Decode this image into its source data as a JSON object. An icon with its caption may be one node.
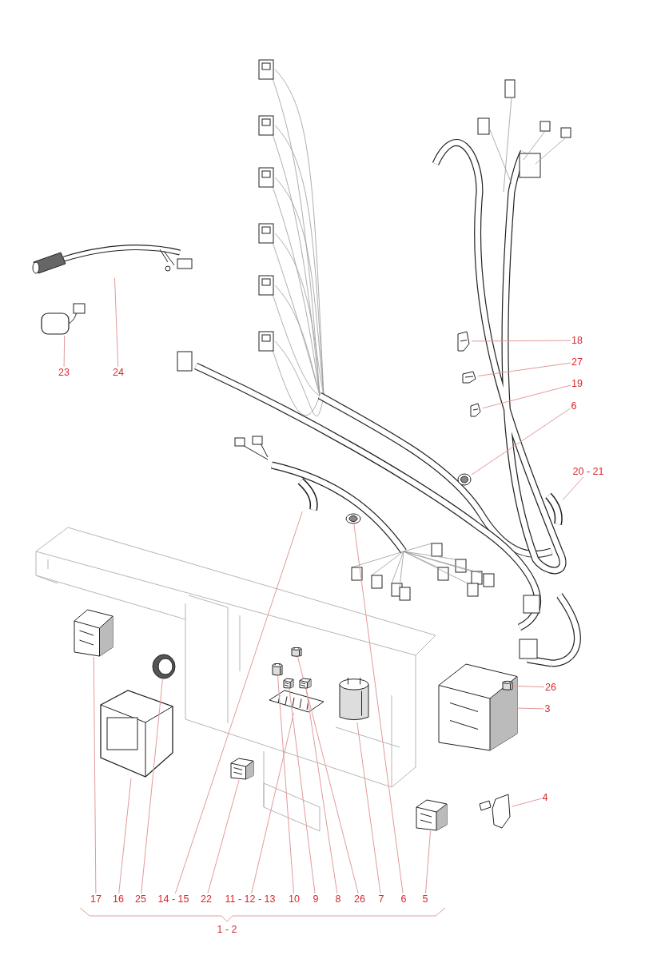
{
  "diagram": {
    "nodes": [
      {
        "text": [
          "23"
        ]
      },
      {
        "text": [
          "24"
        ]
      },
      {
        "text": [
          "18"
        ]
      },
      {
        "text": [
          "27"
        ]
      },
      {
        "text": [
          "19"
        ]
      },
      {
        "text": [
          "6"
        ]
      },
      {
        "text": [
          "20 - 21"
        ]
      },
      {
        "text": [
          "26"
        ]
      },
      {
        "text": [
          "3"
        ]
      },
      {
        "text": [
          "4"
        ]
      },
      {
        "text": [
          "17"
        ]
      },
      {
        "text": [
          "16"
        ]
      },
      {
        "text": [
          "25"
        ]
      },
      {
        "text": [
          "14 - 15"
        ]
      },
      {
        "text": [
          "22"
        ]
      },
      {
        "text": [
          "11 - 12 - 13"
        ]
      },
      {
        "text": [
          "10"
        ]
      },
      {
        "text": [
          "9"
        ]
      },
      {
        "text": [
          "8"
        ]
      },
      {
        "text": [
          "26"
        ]
      },
      {
        "text": [
          "7"
        ]
      },
      {
        "text": [
          "6"
        ]
      },
      {
        "text": [
          "5"
        ]
      },
      {
        "text": [],
        "shape": "picture"
      },
      {
        "text": [],
        "shape": "picture"
      },
      {
        "text": [],
        "shape": "picture"
      },
      {
        "text": [],
        "shape": "picture"
      },
      {
        "text": [],
        "shape": "picture"
      },
      {
        "text": [],
        "shape": "picture"
      },
      {
        "text": [],
        "shape": "picture"
      },
      {
        "text": [],
        "shape": "picture",
        "in": 31
      },
      {
        "text": [],
        "shape": "picture"
      },
      {
        "text": [],
        "shape": "picture"
      },
      {
        "text": [],
        "shape": "picture"
      },
      {
        "text": [],
        "shape": "picture"
      },
      {
        "text": [],
        "shape": "picture"
      },
      {
        "text": [],
        "shape": "picture"
      },
      {
        "text": [],
        "shape": "picture"
      },
      {
        "text": [],
        "shape": "picture"
      },
      {
        "text": [],
        "shape": "picture"
      },
      {
        "text": [],
        "shape": "picture"
      },
      {
        "text": [],
        "shape": "picture"
      },
      {
        "text": [],
        "shape": "picture"
      },
      {
        "text": [],
        "shape": "picture"
      },
      {
        "text": [],
        "shape": "picture"
      },
      {
        "text": [],
        "shape": "picture"
      }
    ],
    "edges": [
      {
        "from": 0,
        "to": 23,
        "arrow": "none"
      },
      {
        "from": 1,
        "to": 24,
        "arrow": "none"
      },
      {
        "from": 2,
        "to": 25,
        "arrow": "none"
      },
      {
        "from": 3,
        "to": 26,
        "arrow": "none"
      },
      {
        "from": 4,
        "to": 27,
        "arrow": "none"
      },
      {
        "from": 5,
        "to": 28,
        "arrow": "none"
      },
      {
        "from": 6,
        "to": 29,
        "arrow": "none"
      },
      {
        "from": 7,
        "to": 30,
        "arrow": "none"
      },
      {
        "from": 8,
        "to": 31,
        "arrow": "none"
      },
      {
        "from": 9,
        "to": 32,
        "arrow": "none"
      },
      {
        "from": 10,
        "to": 33,
        "arrow": "none"
      },
      {
        "from": 11,
        "to": 34,
        "arrow": "none"
      },
      {
        "from": 12,
        "to": 35,
        "arrow": "none"
      },
      {
        "from": 13,
        "to": 36,
        "arrow": "none"
      },
      {
        "from": 14,
        "to": 37,
        "arrow": "none"
      },
      {
        "from": 15,
        "to": 38,
        "arrow": "none"
      },
      {
        "from": 16,
        "to": 39,
        "arrow": "none"
      },
      {
        "from": 17,
        "to": 40,
        "arrow": "none"
      },
      {
        "from": 18,
        "to": 41,
        "arrow": "none"
      },
      {
        "from": 19,
        "to": 42,
        "arrow": "none"
      },
      {
        "from": 20,
        "to": 43,
        "arrow": "none"
      },
      {
        "from": 21,
        "to": 44,
        "arrow": "none"
      },
      {
        "from": 22,
        "to": 45,
        "arrow": "none"
      }
    ],
    "labels": [
      "1 - 2"
    ]
  }
}
